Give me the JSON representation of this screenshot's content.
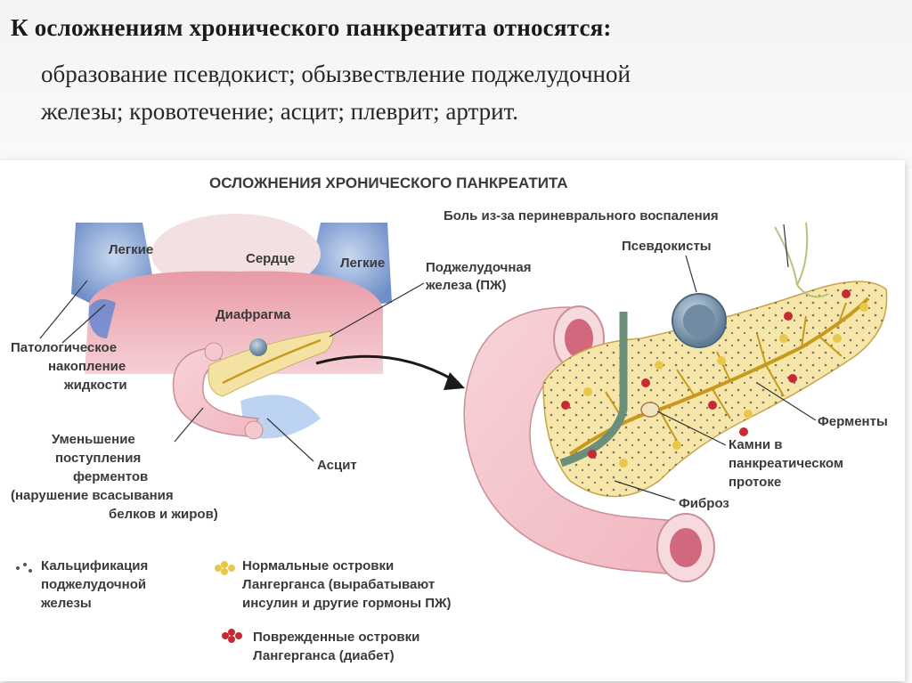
{
  "slide": {
    "heading": "К осложнениям хронического панкреатита относятся:",
    "text_line1": "образование псевдокист; обызвествление поджелудочной",
    "text_line2": "железы; кровотечение; асцит; плеврит; артрит."
  },
  "diagram": {
    "title": "ОСЛОЖНЕНИЯ ХРОНИЧЕСКОГО ПАНКРЕАТИТА",
    "labels": {
      "lungs_left": "Легкие",
      "heart": "Сердце",
      "lungs_right": "Легкие",
      "pancreas_l1": "Поджелудочная",
      "pancreas_l2": "железа (ПЖ)",
      "diaphragm": "Диафрагма",
      "fluid_l1": "Патологическое",
      "fluid_l2": "накопление",
      "fluid_l3": "жидкости",
      "enzymes_l1": "Уменьшение",
      "enzymes_l2": "поступления",
      "enzymes_l3": "ферментов",
      "enzymes_l4": "(нарушение всасывания",
      "enzymes_l5": "белков и жиров)",
      "ascites": "Асцит",
      "pain": "Боль из-за периневрального воспаления",
      "pseudocysts": "Псевдокисты",
      "ferments": "Ферменты",
      "stones_l1": "Камни в",
      "stones_l2": "панкреатическом",
      "stones_l3": "протоке",
      "fibrosis": "Фиброз"
    },
    "legend": {
      "calc_l1": "Кальцификация",
      "calc_l2": "поджелудочной",
      "calc_l3": "железы",
      "normal_l1": "Нормальные островки",
      "normal_l2": "Лангерганса (вырабатывают",
      "normal_l3": "инсулин и другие гормоны ПЖ)",
      "damaged_l1": "Поврежденные островки",
      "damaged_l2": "Лангерганса (диабет)"
    }
  }
}
